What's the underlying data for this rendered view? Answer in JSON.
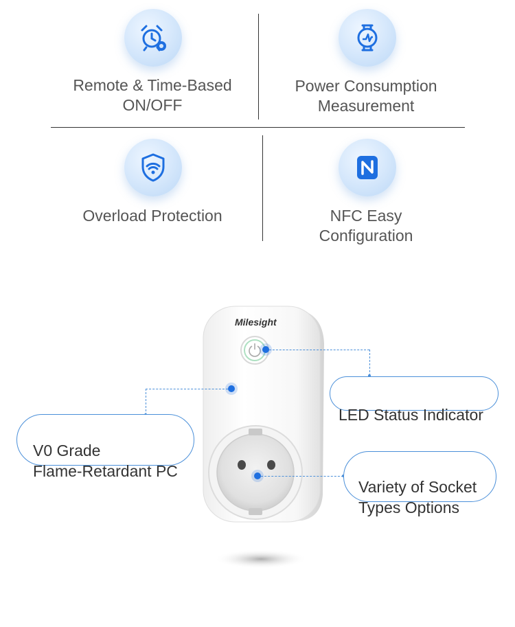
{
  "features": [
    {
      "icon": "alarm-clock-gear-icon",
      "label": "Remote & Time-Based\nON/OFF"
    },
    {
      "icon": "power-meter-icon",
      "label": "Power Consumption\nMeasurement"
    },
    {
      "icon": "shield-wifi-icon",
      "label": "Overload Protection"
    },
    {
      "icon": "nfc-icon",
      "label": "NFC Easy\nConfiguration"
    }
  ],
  "device": {
    "brand": "Milesight"
  },
  "callouts": {
    "led": "LED Status Indicator",
    "material": "V0 Grade\nFlame-Retardant PC",
    "socket": "Variety of Socket\nTypes Options"
  },
  "colors": {
    "accent": "#1e6fe0",
    "callout_border": "#4a8fd9",
    "label_text": "#555555"
  }
}
